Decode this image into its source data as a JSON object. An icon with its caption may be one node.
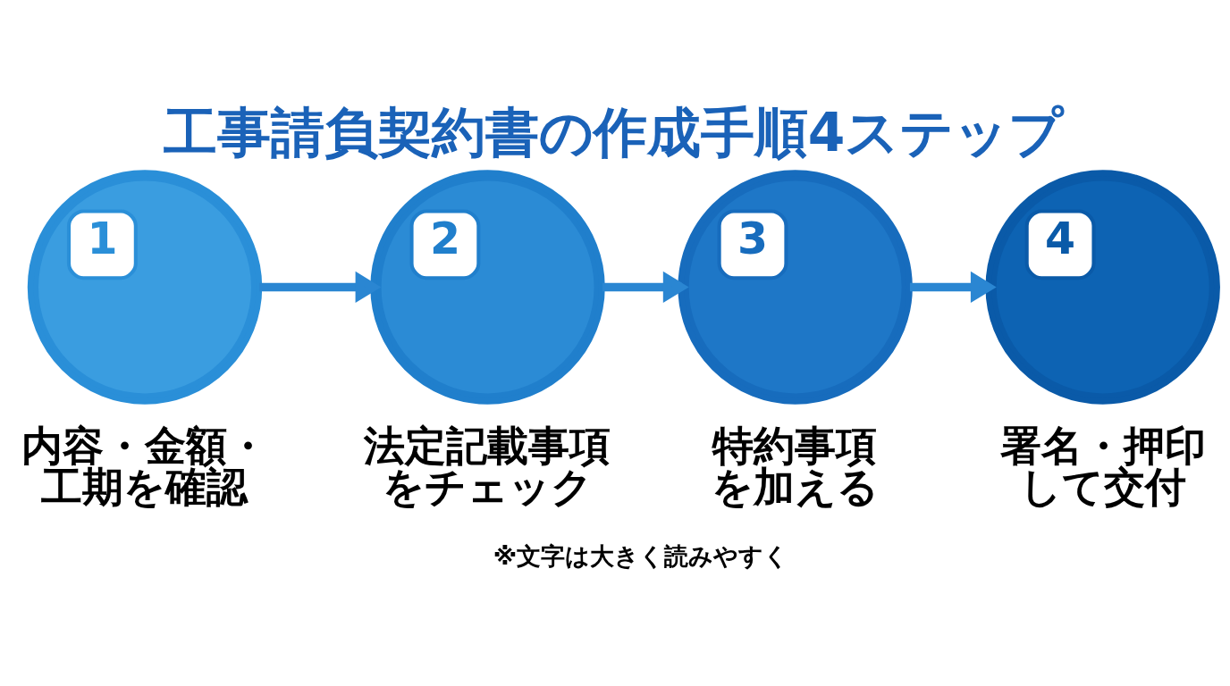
{
  "diagram": {
    "title": "工事請負契約書の作成手順4ステップ",
    "nodes": [
      {
        "text": [
          "1"
        ],
        "beside": [
          "内容・金額・工期を確認"
        ]
      },
      {
        "text": [
          "2"
        ],
        "beside": [
          "法定記載事項をチェック"
        ]
      },
      {
        "text": [
          "3"
        ],
        "beside": [
          "特約事項を加える"
        ]
      },
      {
        "text": [
          "4"
        ],
        "beside": [
          "署名・押印して交付"
        ]
      }
    ],
    "edges": [
      {
        "from": 0,
        "to": 1,
        "arrow": "to"
      },
      {
        "from": 1,
        "to": 2,
        "arrow": "to"
      },
      {
        "from": 2,
        "to": 3,
        "arrow": "to"
      }
    ],
    "labels": [
      "※文字は大きく読みやすく"
    ]
  }
}
